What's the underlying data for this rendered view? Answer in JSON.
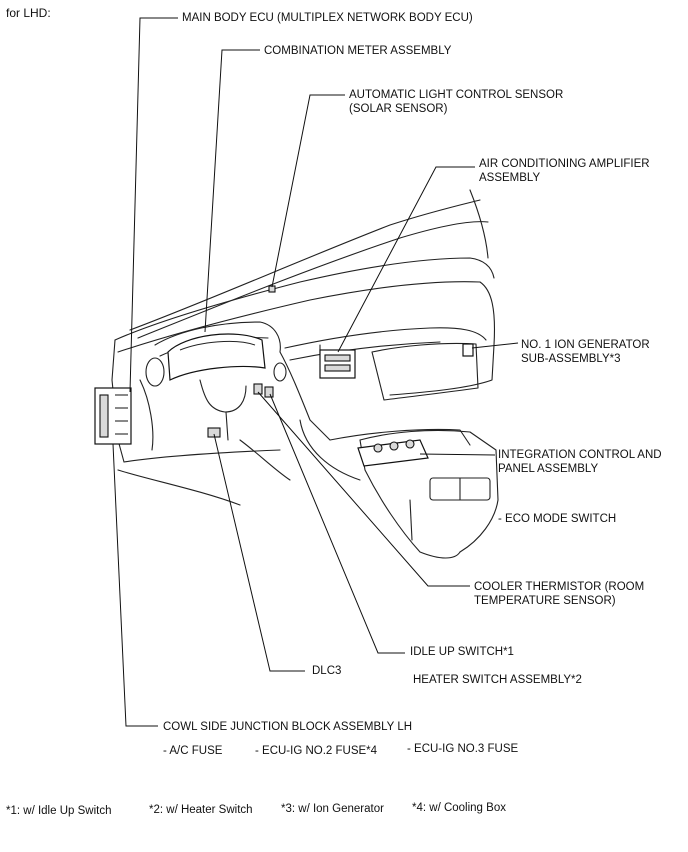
{
  "title": "for LHD:",
  "labels": {
    "main_body_ecu": "MAIN BODY ECU (MULTIPLEX NETWORK BODY ECU)",
    "combination_meter": "COMBINATION METER ASSEMBLY",
    "auto_light_sensor": "AUTOMATIC LIGHT CONTROL SENSOR\n(SOLAR SENSOR)",
    "ac_amplifier": "AIR CONDITIONING AMPLIFIER\nASSEMBLY",
    "ion_generator": "NO. 1 ION GENERATOR\nSUB-ASSEMBLY*3",
    "integration_panel": "INTEGRATION CONTROL AND\nPANEL ASSEMBLY",
    "eco_mode_switch": "- ECO MODE SWITCH",
    "cooler_thermistor": "COOLER THERMISTOR (ROOM\nTEMPERATURE SENSOR)",
    "idle_up_switch": "IDLE UP SWITCH*1",
    "heater_switch": "HEATER SWITCH ASSEMBLY*2",
    "dlc3": "DLC3",
    "cowl_side_jb": "COWL SIDE JUNCTION BLOCK ASSEMBLY LH",
    "ac_fuse": "- A/C FUSE",
    "ecu_ig_no2": "- ECU-IG NO.2 FUSE*4",
    "ecu_ig_no3": "- ECU-IG NO.3 FUSE"
  },
  "footnotes": [
    "*1: w/ Idle Up Switch",
    "*2: w/ Heater Switch",
    "*3: w/ Ion Generator",
    "*4: w/ Cooling Box"
  ]
}
